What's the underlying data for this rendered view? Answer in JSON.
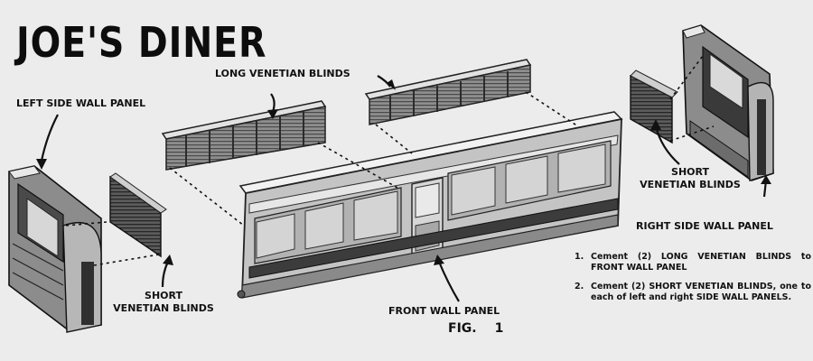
{
  "title": "JOE'S DINER",
  "labels": {
    "left_side_wall_panel": "LEFT SIDE WALL PANEL",
    "long_venetian_blinds": "LONG VENETIAN BLINDS",
    "short_venetian_blinds_line1": "SHORT",
    "short_venetian_blinds_line2": "VENETIAN BLINDS",
    "right_side_wall_panel": "RIGHT SIDE WALL PANEL",
    "front_wall_panel": "FRONT WALL PANEL"
  },
  "figure": {
    "prefix": "FIG.",
    "number": "1"
  },
  "instructions": [
    {
      "number": "1.",
      "text": "Cement (2) LONG VENETIAN BLINDS to FRONT WALL PANEL"
    },
    {
      "number": "2.",
      "text": "Cement (2) SHORT VENETIAN BLINDS, one to each of left and right SIDE WALL PANELS."
    }
  ],
  "colors": {
    "ink": "#111111",
    "paper": "#ececec",
    "panel_light": "#c9c9c9",
    "panel_mid": "#9a9a9a",
    "panel_dark": "#3a3a3a"
  }
}
